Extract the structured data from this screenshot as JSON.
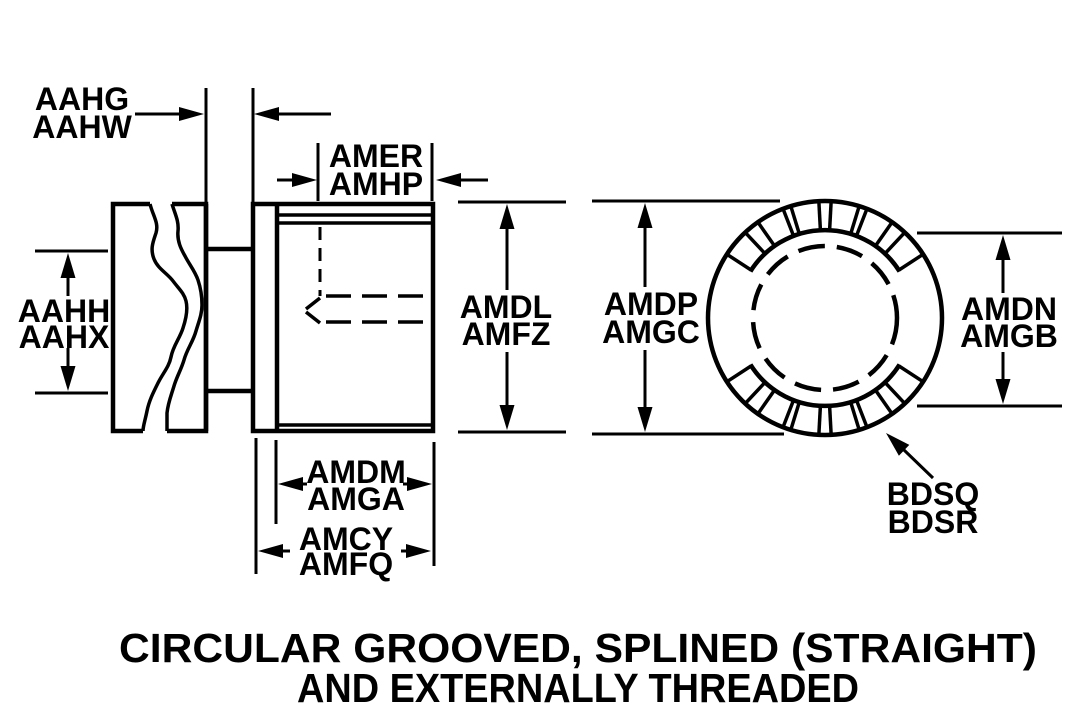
{
  "figure": {
    "caption_line1": "CIRCULAR GROOVED, SPLINED (STRAIGHT)",
    "caption_line2": "AND EXTERNALLY THREADED"
  },
  "labels": {
    "neck_width": {
      "line1": "AAHG",
      "line2": "AAHW"
    },
    "thread_depth": {
      "line1": "AMER",
      "line2": "AMHP"
    },
    "neck_diameter": {
      "line1": "AAHH",
      "line2": "AAHX"
    },
    "body_diameter": {
      "line1": "AMDL",
      "line2": "AMFZ"
    },
    "outside_diameter": {
      "line1": "AMDP",
      "line2": "AMGC"
    },
    "spline_root_diameter": {
      "line1": "AMDN",
      "line2": "AMGB"
    },
    "grooved_length": {
      "line1": "AMDM",
      "line2": "AMGA"
    },
    "overall_length": {
      "line1": "AMCY",
      "line2": "AMFQ"
    },
    "spline_reference": {
      "line1": "BDSQ",
      "line2": "BDSR"
    }
  },
  "colors": {
    "line": "#000000",
    "background": "#ffffff"
  }
}
